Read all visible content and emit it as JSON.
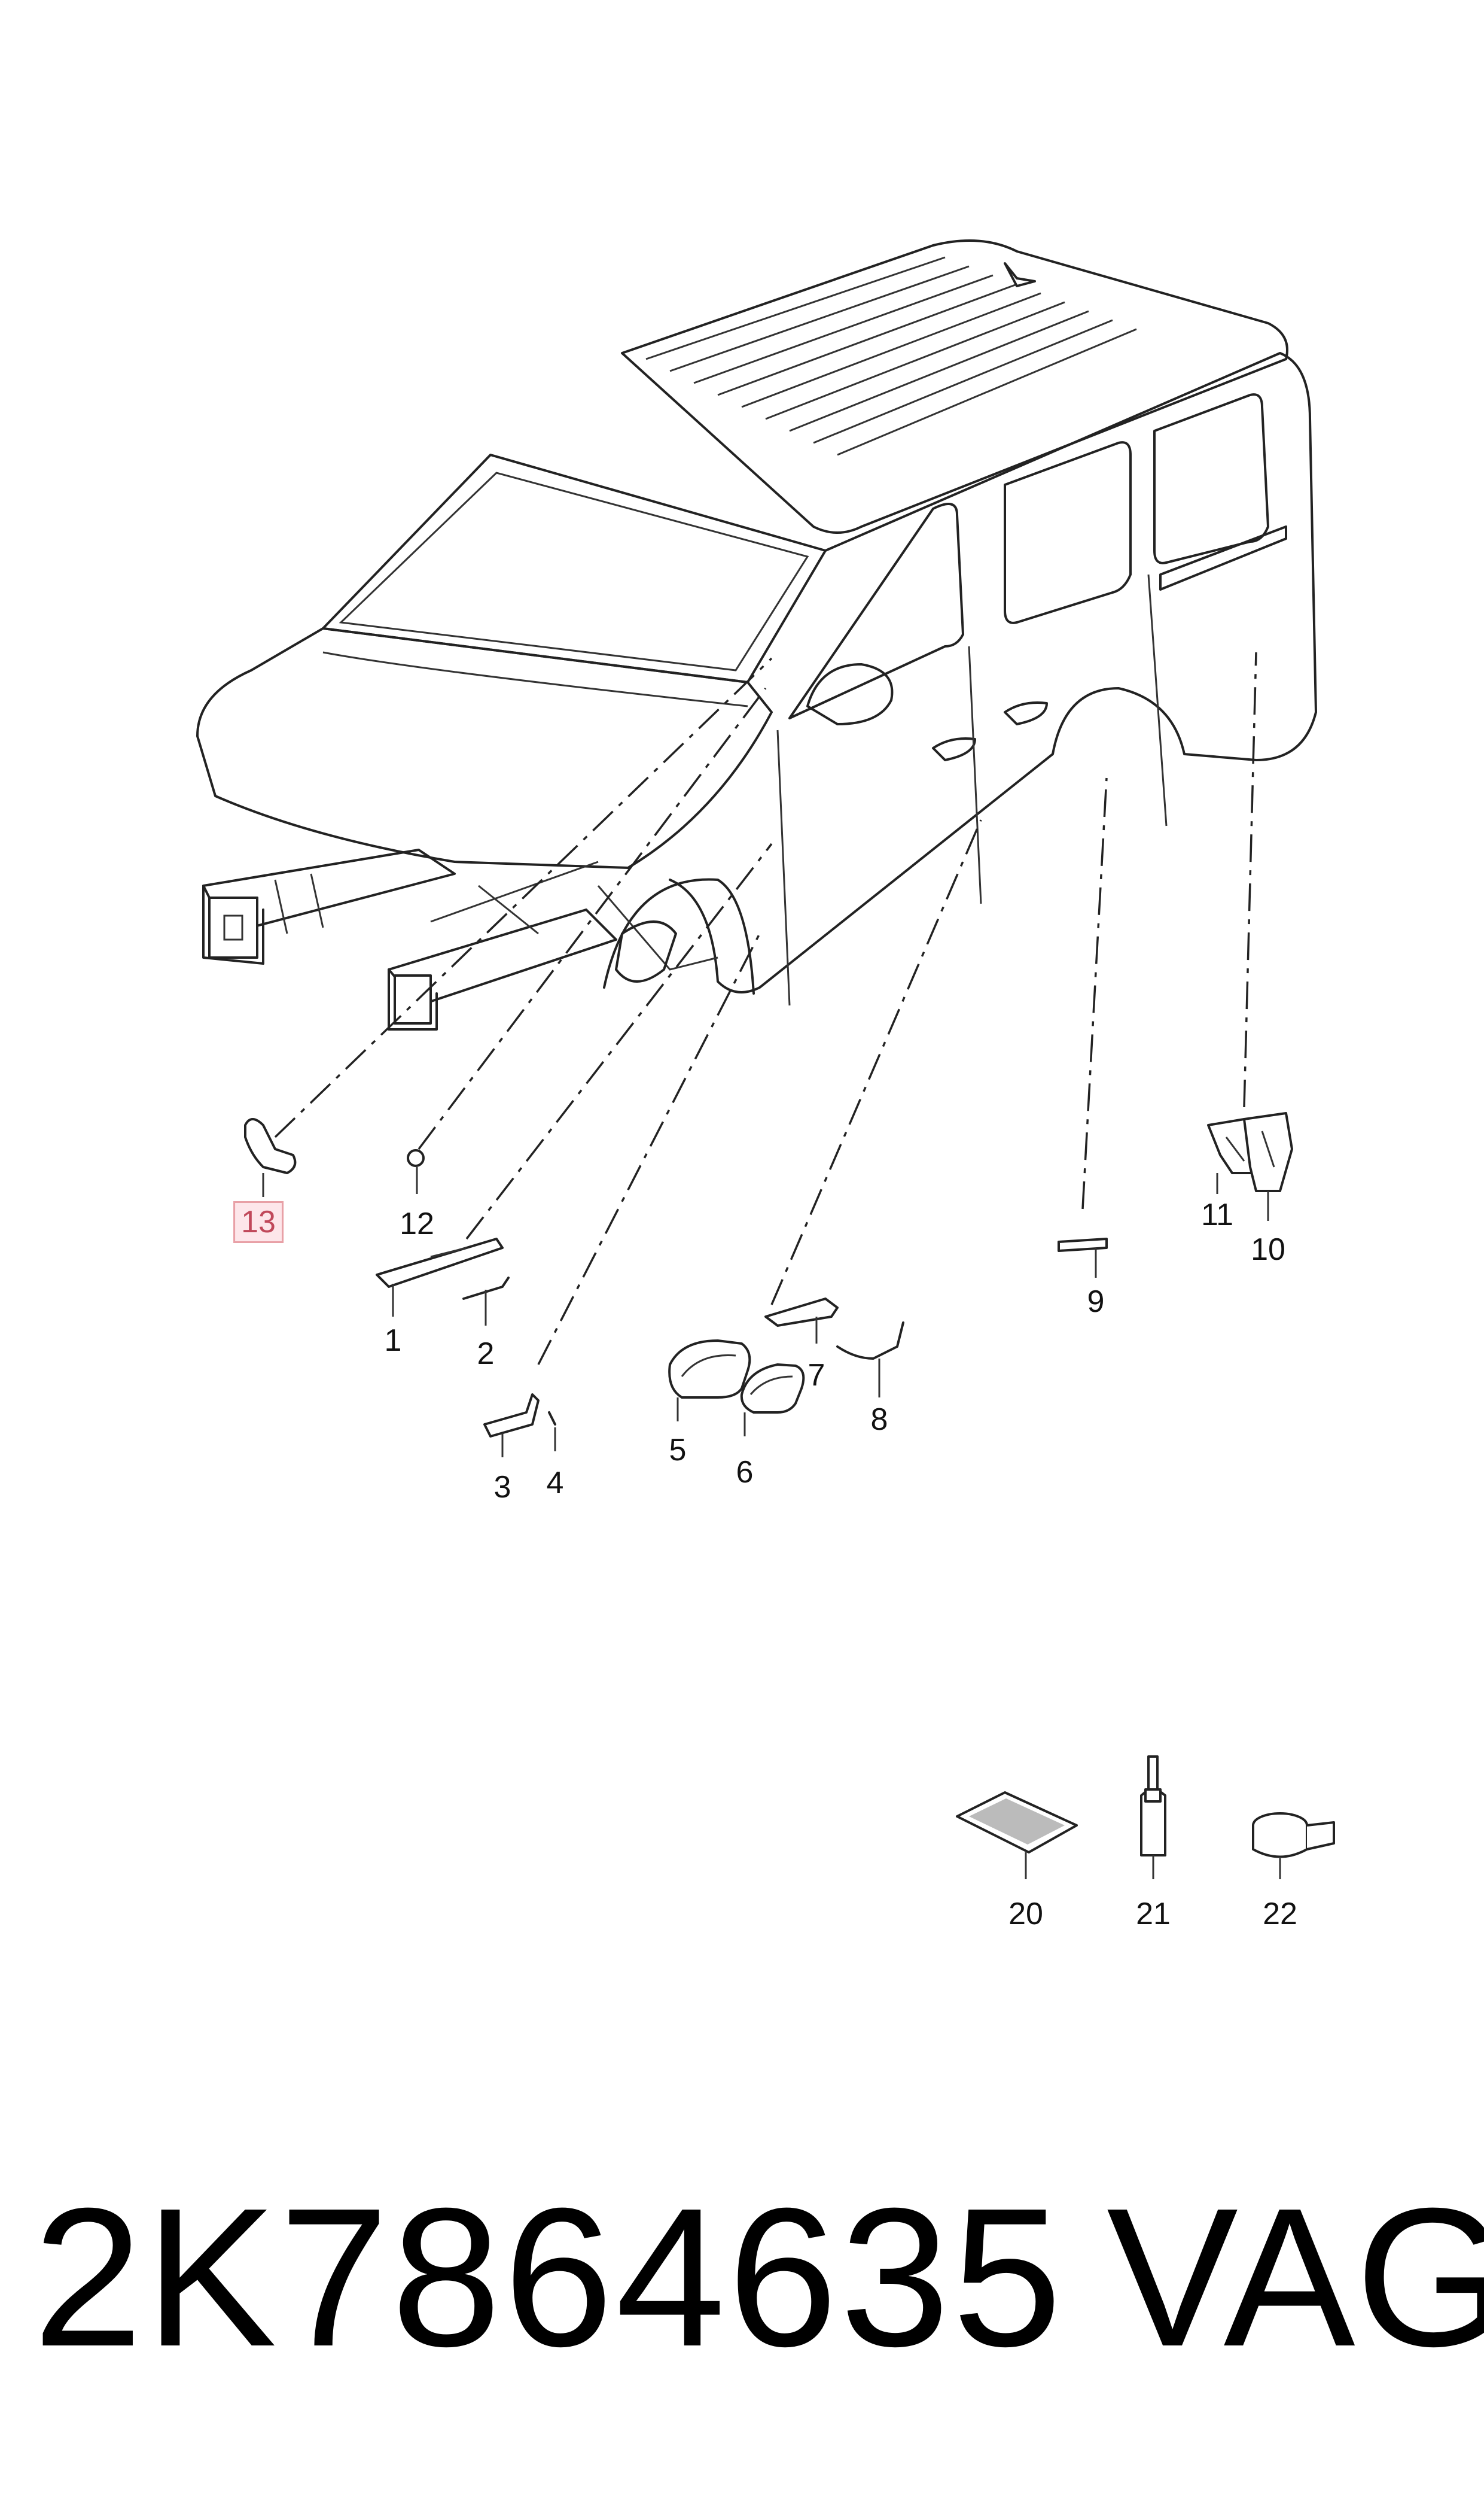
{
  "callouts": [
    {
      "id": "1",
      "label": "1"
    },
    {
      "id": "2",
      "label": "2"
    },
    {
      "id": "3",
      "label": "3"
    },
    {
      "id": "4",
      "label": "4"
    },
    {
      "id": "5",
      "label": "5"
    },
    {
      "id": "6",
      "label": "6"
    },
    {
      "id": "7",
      "label": "7"
    },
    {
      "id": "8",
      "label": "8"
    },
    {
      "id": "9",
      "label": "9"
    },
    {
      "id": "10",
      "label": "10"
    },
    {
      "id": "11",
      "label": "11"
    },
    {
      "id": "12",
      "label": "12"
    },
    {
      "id": "13",
      "label": "13"
    },
    {
      "id": "20",
      "label": "20"
    },
    {
      "id": "21",
      "label": "21"
    },
    {
      "id": "22",
      "label": "22"
    }
  ],
  "highlighted_callout": "13",
  "part_number": "2K7864635",
  "brand": "VAG",
  "colors": {
    "highlight_fill": "#fde6ea",
    "highlight_border": "#e8a0a6",
    "highlight_text": "#c0485a",
    "line": "#222222"
  }
}
